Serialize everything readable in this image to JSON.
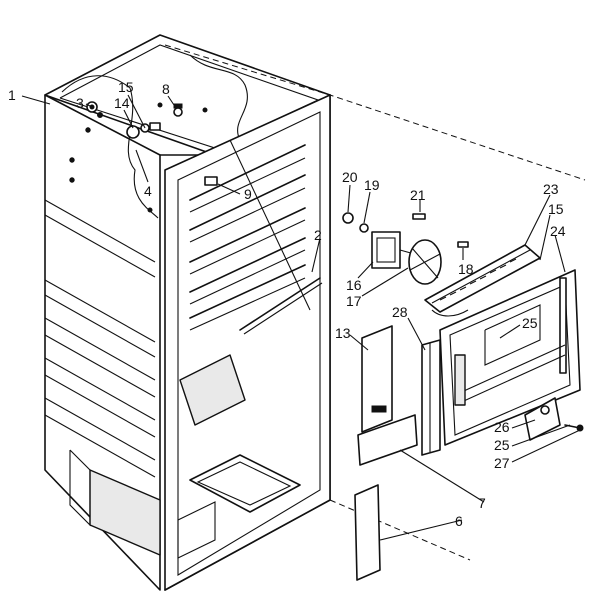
{
  "labels": [
    {
      "id": "1",
      "text": "1"
    },
    {
      "id": "3",
      "text": "3"
    },
    {
      "id": "15a",
      "text": "15"
    },
    {
      "id": "14",
      "text": "14"
    },
    {
      "id": "8",
      "text": "8"
    },
    {
      "id": "4",
      "text": "4"
    },
    {
      "id": "9",
      "text": "9"
    },
    {
      "id": "2",
      "text": "2"
    },
    {
      "id": "20",
      "text": "20"
    },
    {
      "id": "19",
      "text": "19"
    },
    {
      "id": "21",
      "text": "21"
    },
    {
      "id": "16",
      "text": "16"
    },
    {
      "id": "17",
      "text": "17"
    },
    {
      "id": "18",
      "text": "18"
    },
    {
      "id": "23",
      "text": "23"
    },
    {
      "id": "15b",
      "text": "15"
    },
    {
      "id": "24",
      "text": "24"
    },
    {
      "id": "25a",
      "text": "25"
    },
    {
      "id": "28",
      "text": "28"
    },
    {
      "id": "13",
      "text": "13"
    },
    {
      "id": "26",
      "text": "26"
    },
    {
      "id": "25b",
      "text": "25"
    },
    {
      "id": "27",
      "text": "27"
    },
    {
      "id": "7",
      "text": "7"
    },
    {
      "id": "6",
      "text": "6"
    }
  ]
}
